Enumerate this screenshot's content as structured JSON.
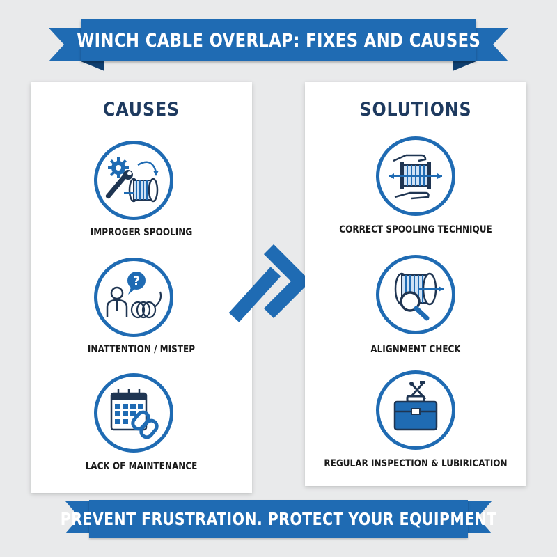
{
  "header": {
    "title": "WINCH CABLE OVERLAP: FIXES AND CAUSES"
  },
  "causes": {
    "title": "CAUSES",
    "items": [
      {
        "label": "IMPROGER SPOOLING",
        "icon": "gear-wrench-spool-icon"
      },
      {
        "label": "INATTENTION / MISTEP",
        "icon": "person-question-tangle-icon"
      },
      {
        "label": "LACK OF MAINTENANCE",
        "icon": "calendar-chain-icon"
      }
    ]
  },
  "solutions": {
    "title": "SOLUTIONS",
    "items": [
      {
        "label": "CORRECT SPOOLING TECHNIQUE",
        "icon": "hands-spool-icon"
      },
      {
        "label": "ALIGNMENT CHECK",
        "icon": "spool-magnifier-icon"
      },
      {
        "label": "REGULAR INSPECTION & LUBIRICATION",
        "icon": "toolbox-icon"
      }
    ]
  },
  "footer": {
    "text": "PREVENT FRUSTRATION. PROTECT YOUR EQUIPMENT"
  },
  "colors": {
    "accent": "#1f6bb3",
    "accent_dark": "#154d85",
    "title": "#1e3a5f",
    "background": "#e9eaeb"
  }
}
